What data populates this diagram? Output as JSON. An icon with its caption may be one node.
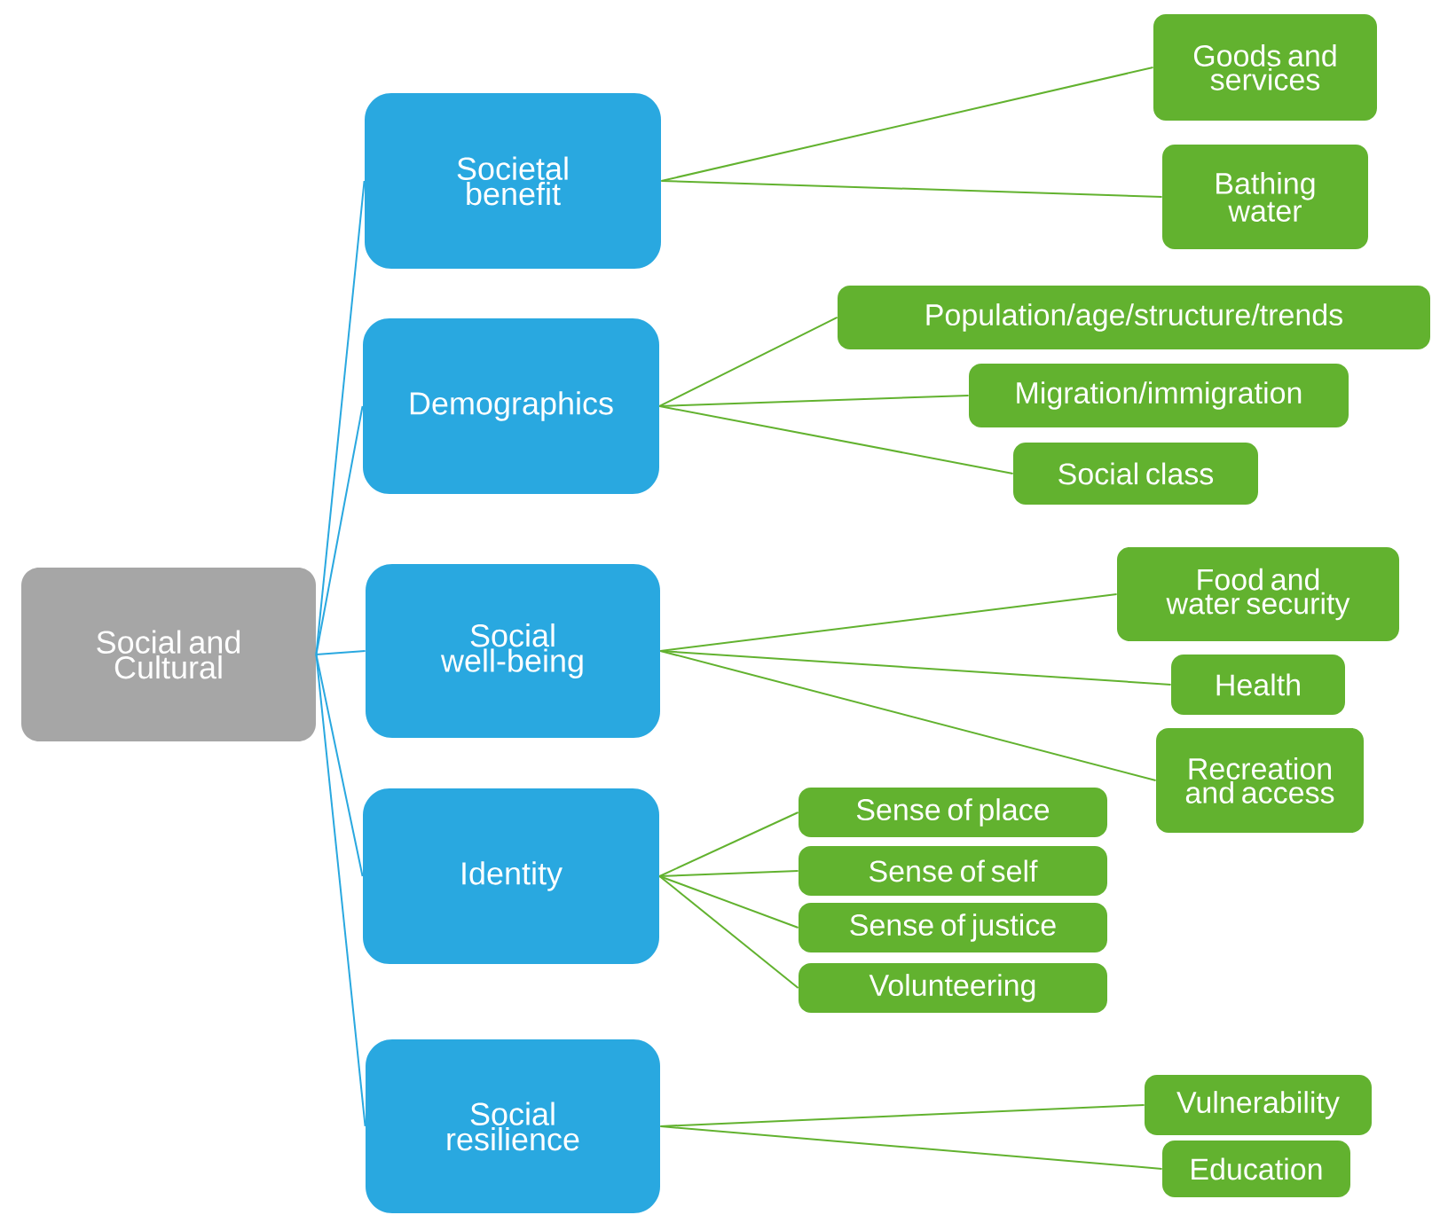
{
  "diagram": {
    "nodes": [
      {
        "text": [
          "Social and Cultural"
        ]
      },
      {
        "text": [
          "Societal benefit"
        ]
      },
      {
        "text": [
          "Goods and services"
        ]
      },
      {
        "text": [
          "Bathing water"
        ]
      },
      {
        "text": [
          "Demographics"
        ]
      },
      {
        "text": [
          "Population/age/structure/trends"
        ]
      },
      {
        "text": [
          "Migration/immigration"
        ]
      },
      {
        "text": [
          "Social class"
        ]
      },
      {
        "text": [
          "Social well-being"
        ]
      },
      {
        "text": [
          "Food and water security"
        ]
      },
      {
        "text": [
          "Health"
        ]
      },
      {
        "text": [
          "Recreation and access"
        ]
      },
      {
        "text": [
          "Identity"
        ]
      },
      {
        "text": [
          "Sense of place"
        ]
      },
      {
        "text": [
          "Sense of self"
        ]
      },
      {
        "text": [
          "Sense of justice"
        ]
      },
      {
        "text": [
          "Volunteering"
        ]
      },
      {
        "text": [
          "Social resilience"
        ]
      },
      {
        "text": [
          "Vulnerability"
        ]
      },
      {
        "text": [
          "Education"
        ]
      }
    ],
    "edges": [
      {
        "from": 0,
        "to": 1,
        "arrow": "none",
        "color": "#29a8e0"
      },
      {
        "from": 0,
        "to": 4,
        "arrow": "none",
        "color": "#29a8e0"
      },
      {
        "from": 0,
        "to": 8,
        "arrow": "none",
        "color": "#29a8e0"
      },
      {
        "from": 0,
        "to": 12,
        "arrow": "none",
        "color": "#29a8e0"
      },
      {
        "from": 0,
        "to": 17,
        "arrow": "none",
        "color": "#29a8e0"
      },
      {
        "from": 1,
        "to": 2,
        "arrow": "none"
      },
      {
        "from": 1,
        "to": 3,
        "arrow": "none"
      },
      {
        "from": 4,
        "to": 5,
        "arrow": "none"
      },
      {
        "from": 4,
        "to": 6,
        "arrow": "none"
      },
      {
        "from": 4,
        "to": 7,
        "arrow": "none"
      },
      {
        "from": 8,
        "to": 9,
        "arrow": "none"
      },
      {
        "from": 8,
        "to": 10,
        "arrow": "none"
      },
      {
        "from": 8,
        "to": 11,
        "arrow": "none"
      },
      {
        "from": 12,
        "to": 13,
        "arrow": "none"
      },
      {
        "from": 12,
        "to": 14,
        "arrow": "none"
      },
      {
        "from": 12,
        "to": 15,
        "arrow": "none"
      },
      {
        "from": 12,
        "to": 16,
        "arrow": "none"
      },
      {
        "from": 17,
        "to": 18,
        "arrow": "none"
      },
      {
        "from": 17,
        "to": 19,
        "arrow": "none"
      }
    ]
  }
}
